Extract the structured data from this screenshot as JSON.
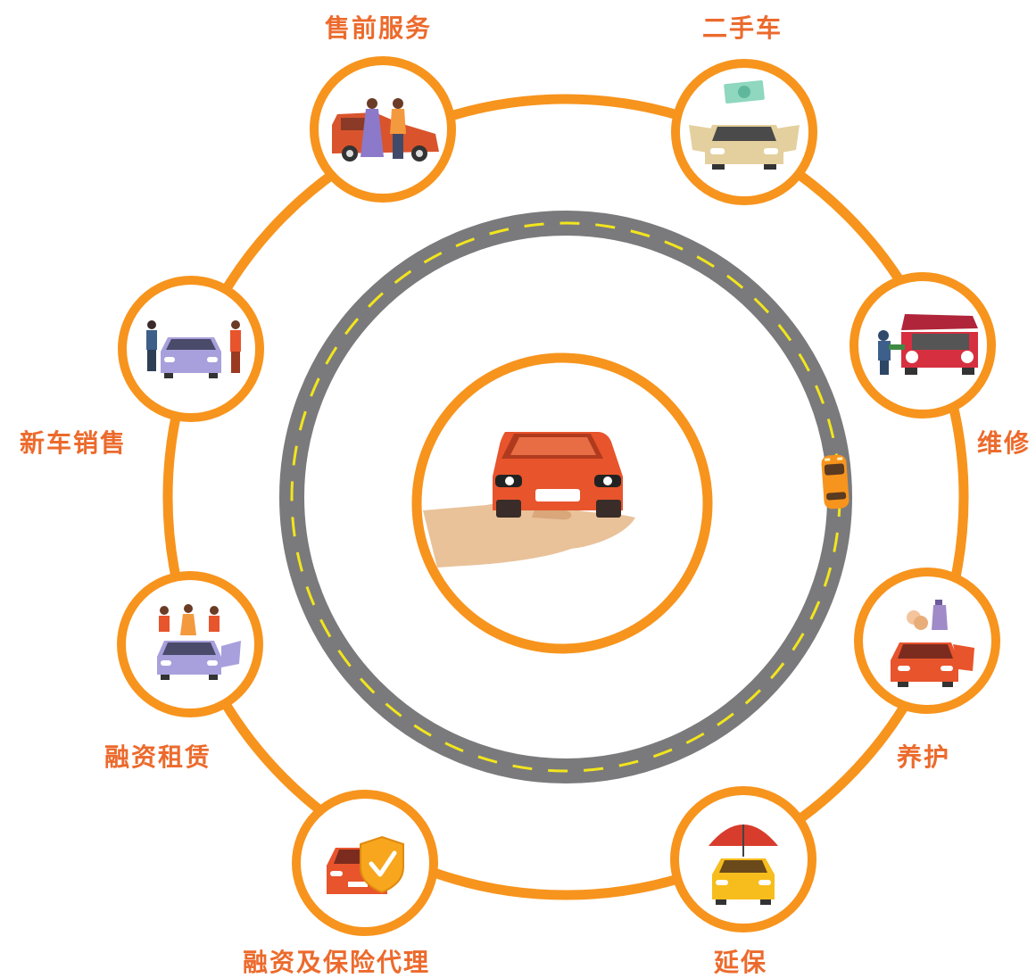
{
  "colors": {
    "accent": "#f7941d",
    "label": "#ec6a2c",
    "car_red": "#e8542c",
    "road": "#7a7a7c",
    "road_line": "#f2e51d",
    "skin": "#e9c29a"
  },
  "labels": {
    "presale": "售前服务",
    "used_car": "二手车",
    "repair": "维修",
    "maintenance": "养护",
    "extended_warranty": "延保",
    "insurance_agency": "融资及保险代理",
    "financial_leasing": "融资租赁",
    "new_car_sales": "新车销售"
  },
  "icons": {
    "presale": "car-with-two-women-icon",
    "used_car": "car-with-money-icon",
    "repair": "mechanic-open-hood-icon",
    "maintenance": "car-with-coins-and-oil-icon",
    "extended_warranty": "car-under-umbrella-icon",
    "insurance_agency": "car-with-shield-check-icon",
    "financial_leasing": "car-with-three-people-icon",
    "new_car_sales": "car-with-buyer-and-seller-icon",
    "center": "hand-holding-car-icon"
  }
}
